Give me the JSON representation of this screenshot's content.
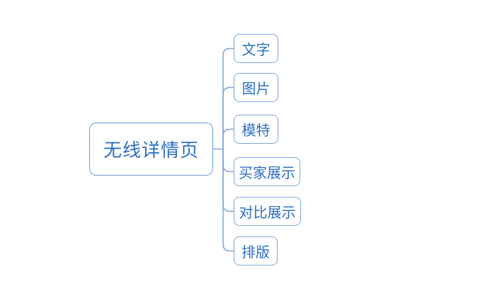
{
  "colors": {
    "line": "#7ca6d9",
    "child_border": "#7ca6d9",
    "root_border": "#6f9cd3",
    "text": "#2e6fc0",
    "background": "#ffffff"
  },
  "tree": {
    "root": {
      "label": "无线详情页"
    },
    "children": [
      {
        "label": "文字"
      },
      {
        "label": "图片"
      },
      {
        "label": "模特"
      },
      {
        "label": "买家展示"
      },
      {
        "label": "对比展示"
      },
      {
        "label": "排版"
      }
    ]
  }
}
